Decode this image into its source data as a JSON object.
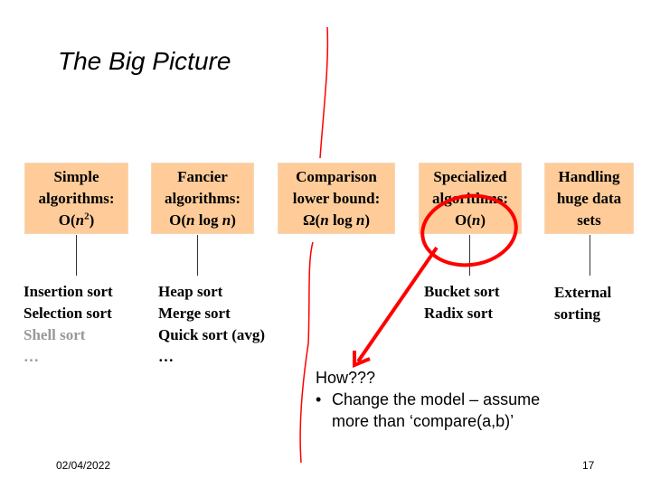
{
  "title": "The Big Picture",
  "boxes": [
    {
      "l1": "Simple",
      "l2": "algorithms:",
      "l3a": "O(",
      "l3n": "n",
      "l3b": "2",
      "l3c": ")"
    },
    {
      "l1": "Fancier",
      "l2": "algorithms:",
      "l3a": "O(",
      "l3n": "n",
      "l3b": " log ",
      "l3n2": "n",
      "l3c": ")"
    },
    {
      "l1": "Comparison",
      "l2": "lower bound:",
      "l3a": "Ω(",
      "l3n": "n",
      "l3b": " log ",
      "l3n2": "n",
      "l3c": ")"
    },
    {
      "l1": "Specialized",
      "l2": "algorithms:",
      "l3a": "O(",
      "l3n": "n",
      "l3c": ")"
    },
    {
      "l1": "Handling",
      "l2": "huge data",
      "l3a": "sets"
    }
  ],
  "lists": [
    [
      "Insertion sort",
      "Selection sort",
      "Shell sort",
      "…"
    ],
    [
      "Heap sort",
      "Merge sort",
      "Quick sort (avg)",
      "…"
    ],
    [
      "Bucket sort",
      "Radix sort"
    ],
    [
      "External",
      "sorting"
    ]
  ],
  "note": {
    "heading": "How???",
    "bullet": "•",
    "line1": "Change the model – assume",
    "line2": "more than ‘compare(a,b)’"
  },
  "footer": {
    "date": "02/04/2022",
    "page": "17"
  },
  "colors": {
    "box": "#ffcc99",
    "annotation": "#ff0000"
  }
}
